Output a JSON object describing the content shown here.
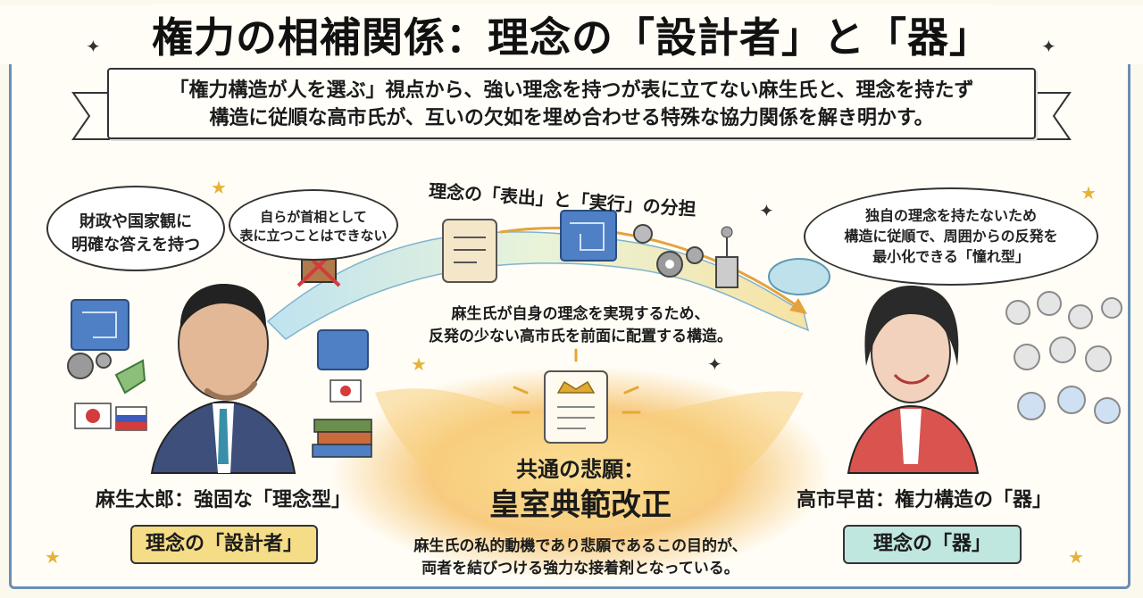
{
  "title": "権力の相補関係：理念の「設計者」と「器」",
  "summary": {
    "line1": "「権力構造が人を選ぶ」視点から、強い理念を持つが表に立てない麻生氏と、理念を持たず",
    "line2": "構造に従順な高市氏が、互いの欠如を埋め合わせる特殊な協力関係を解き明かす。"
  },
  "left": {
    "bubble_answers": {
      "line1": "財政や国家観に",
      "line2": "明確な答えを持つ"
    },
    "bubble_cannot": {
      "line1": "自らが首相として",
      "line2": "表に立つことはできない"
    },
    "name": "麻生太郎：強固な「理念型」",
    "role": "理念の「設計者」"
  },
  "center": {
    "flow_title": "理念の「表出」と「実行」の分担",
    "flow_desc": {
      "line1": "麻生氏が自身の理念を実現するため、",
      "line2": "反発の少ない高市氏を前面に配置する構造。"
    },
    "common_label": "共通の悲願：",
    "common_goal": "皇室典範改正",
    "bottom_desc": {
      "line1": "麻生氏の私的動機であり悲願であるこの目的が、",
      "line2": "両者を結びつける強力な接着剤となっている。"
    }
  },
  "right": {
    "bubble": {
      "line1": "独自の理念を持たないため",
      "line2": "構造に従順で、周囲からの反発を",
      "line3": "最小化できる「憧れ型」"
    },
    "name": "高市早苗：権力構造の「器」",
    "role": "理念の「器」"
  },
  "colors": {
    "frame": "#6a8fb5",
    "role_left": "#f5dc86",
    "role_right": "#bfe6df",
    "glow": "#f6c26a",
    "blueprint": "#4f7fc4"
  }
}
